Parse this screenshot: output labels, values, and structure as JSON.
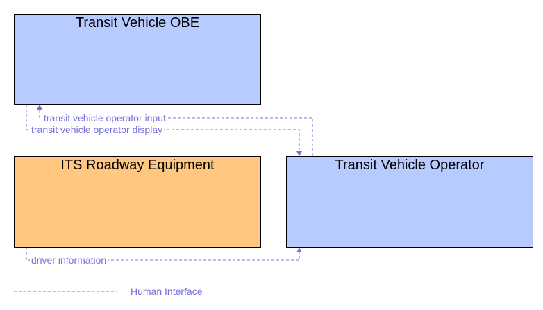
{
  "colors": {
    "vehicle": "#b8cbff",
    "roadway": "#ffc77f",
    "flow": "#7570d9"
  },
  "nodes": {
    "obe": {
      "label": "Transit Vehicle OBE"
    },
    "roadway": {
      "label": "ITS Roadway Equipment"
    },
    "operator": {
      "label": "Transit Vehicle Operator"
    }
  },
  "flows": [
    {
      "label": "transit vehicle operator input"
    },
    {
      "label": "transit vehicle operator display"
    },
    {
      "label": "driver information"
    }
  ],
  "legend": {
    "label": "Human Interface"
  }
}
